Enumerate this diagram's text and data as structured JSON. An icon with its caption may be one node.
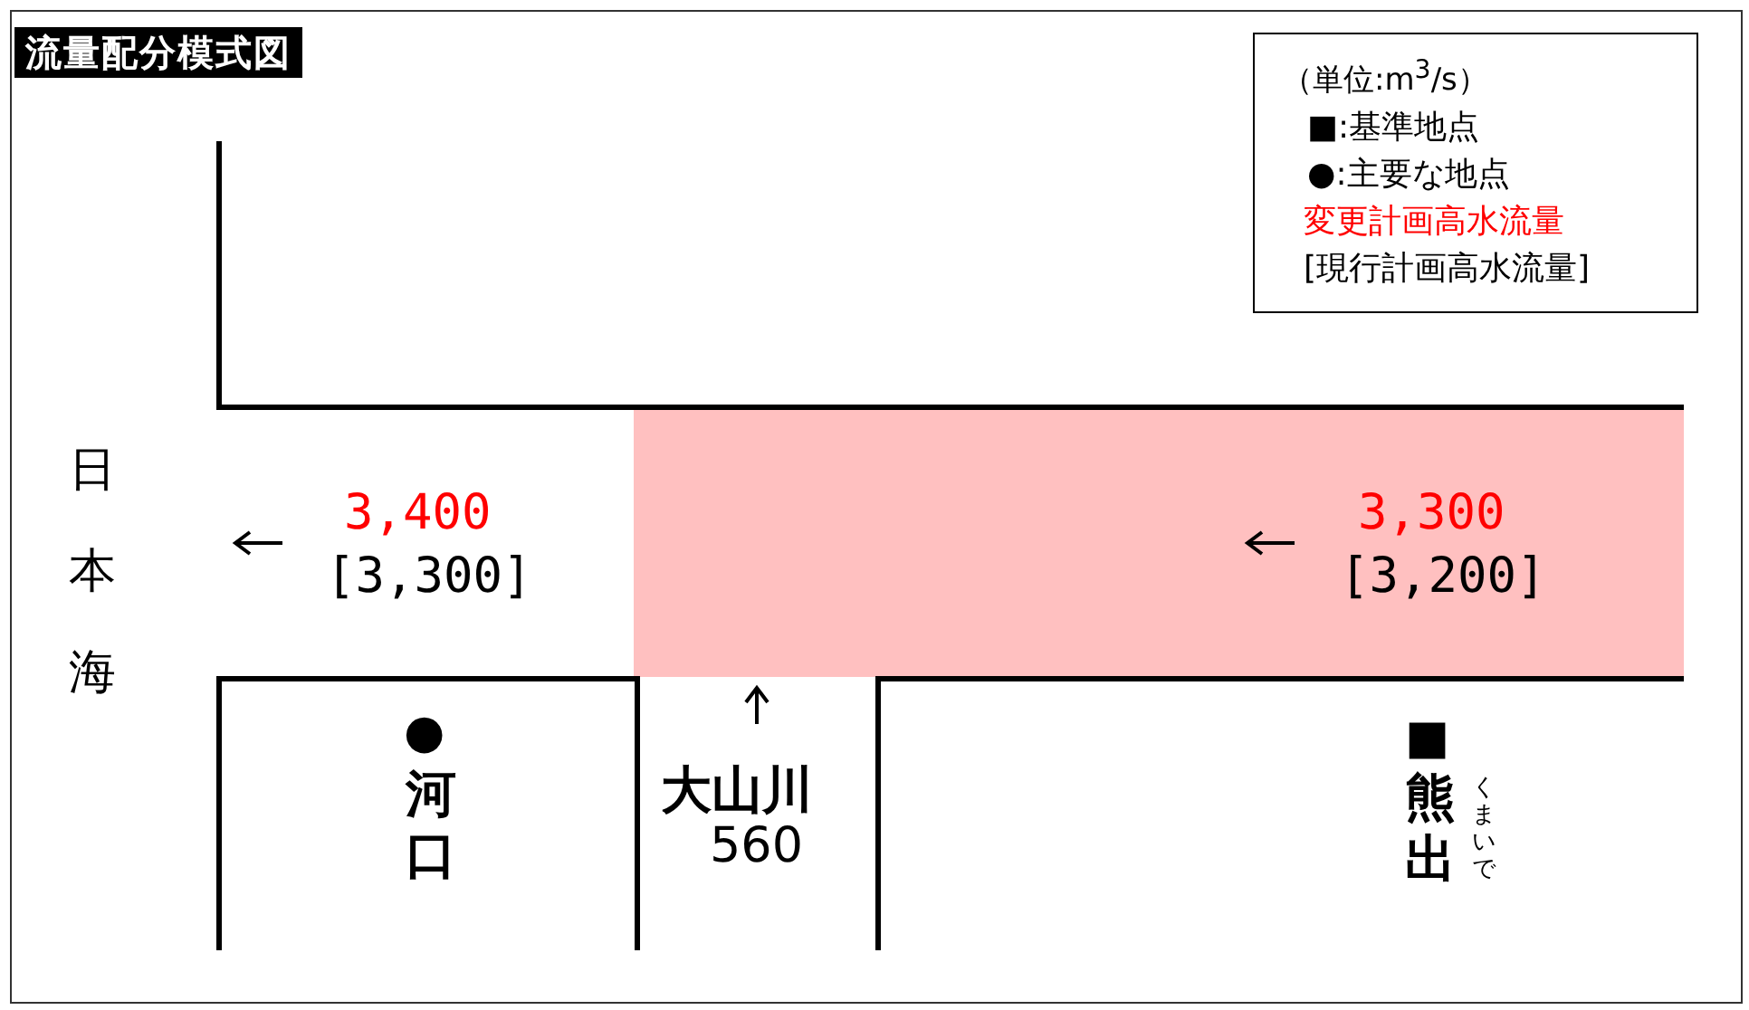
{
  "diagram": {
    "title": "流量配分模式図",
    "labels": [
      "（単位:m$^{3}$/s）",
      "日本海",
      "3,400",
      "[3,300]",
      "3,300",
      "[3,200]",
      "●",
      "河口",
      "大山川",
      "560",
      "■",
      "熊出",
      "くまいで"
    ],
    "legend": [
      {
        "text": "■:基準地点"
      },
      {
        "text": "●:主要な地点"
      },
      {
        "text": "変更計画高水流量"
      },
      {
        "text": "[現行計画高水流量]"
      }
    ]
  }
}
